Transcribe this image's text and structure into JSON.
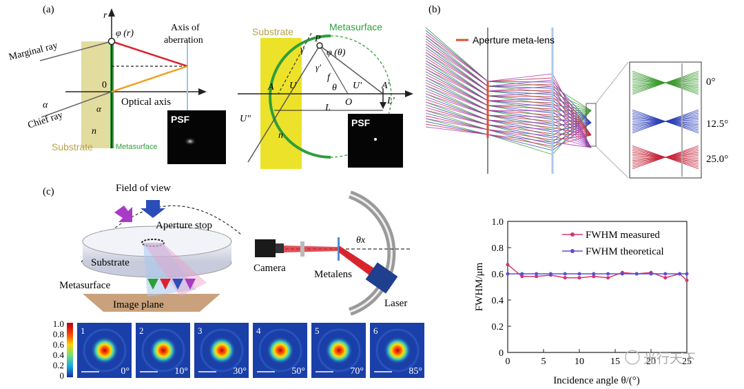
{
  "panel_labels": {
    "a": "(a)",
    "b": "(b)",
    "c": "(c)"
  },
  "panel_a_left": {
    "r_axis": "r",
    "phi_r": "φ (r)",
    "axis_of_aberration": [
      "Axis of",
      "aberration"
    ],
    "marginal_ray": "Marginal ray",
    "chief_ray": "Chief ray",
    "origin": "0",
    "alpha1": "α",
    "alpha2": "α",
    "optical_axis": "Optical axis",
    "n": "n",
    "substrate": "Substrate",
    "metasurface": "Metasurface",
    "psf": "PSF"
  },
  "panel_a_right": {
    "substrate": "Substrate",
    "metasurface": "Metasurface",
    "gamma": "γ",
    "gamma_prime": "γ'",
    "P": "P",
    "phi_theta": "φ (θ)",
    "f": "f",
    "theta": "θ",
    "A": "A",
    "U": "U",
    "U_prime": "U'",
    "O": "O",
    "A_prime": "A'",
    "L": "L",
    "L_prime": "L'",
    "U_dblprime": "U\"",
    "n": "n",
    "psf": "PSF"
  },
  "panel_b": {
    "legend": "Aperture meta-lens",
    "angles": [
      "0°",
      "12.5°",
      "25.0°"
    ]
  },
  "panel_c": {
    "field_of_view": "Field of view",
    "aperture_stop": "Aperture stop",
    "substrate": "Substrate",
    "metasurface": "Metasurface",
    "image_plane": "Image plane",
    "camera": "Camera",
    "metalens": "Metalens",
    "laser": "Laser",
    "theta_x": "θx",
    "colorbar_ticks": [
      "1.0",
      "0.8",
      "0.6",
      "0.4",
      "0.2",
      "0"
    ],
    "psf_tiles": [
      {
        "n": "1",
        "angle": "0°"
      },
      {
        "n": "2",
        "angle": "10°"
      },
      {
        "n": "3",
        "angle": "30°"
      },
      {
        "n": "4",
        "angle": "50°"
      },
      {
        "n": "5",
        "angle": "70°"
      },
      {
        "n": "6",
        "angle": "85°"
      }
    ]
  },
  "chart_data": {
    "type": "line",
    "xlabel": "Incidence angle θ/(°)",
    "ylabel": "FWHM/μm",
    "xlim": [
      0,
      25
    ],
    "ylim": [
      0,
      1.0
    ],
    "xticks": [
      0,
      5,
      10,
      15,
      20,
      25
    ],
    "yticks": [
      0,
      0.2,
      0.4,
      0.6,
      0.8,
      1.0
    ],
    "legend_position": "top-right",
    "series": [
      {
        "name": "FWHM measured",
        "color": "#d6336c",
        "x": [
          0,
          2,
          4,
          6,
          8,
          10,
          12,
          14,
          16,
          18,
          20,
          22,
          24,
          25
        ],
        "y": [
          0.67,
          0.58,
          0.58,
          0.59,
          0.57,
          0.57,
          0.58,
          0.57,
          0.61,
          0.6,
          0.61,
          0.57,
          0.6,
          0.55
        ]
      },
      {
        "name": "FWHM theoretical",
        "color": "#5a4fcf",
        "x": [
          0,
          2,
          4,
          6,
          8,
          10,
          12,
          14,
          16,
          18,
          20,
          22,
          24,
          25
        ],
        "y": [
          0.6,
          0.6,
          0.6,
          0.6,
          0.6,
          0.6,
          0.6,
          0.6,
          0.6,
          0.6,
          0.6,
          0.6,
          0.6,
          0.6
        ]
      }
    ]
  },
  "watermark": "光行天下"
}
